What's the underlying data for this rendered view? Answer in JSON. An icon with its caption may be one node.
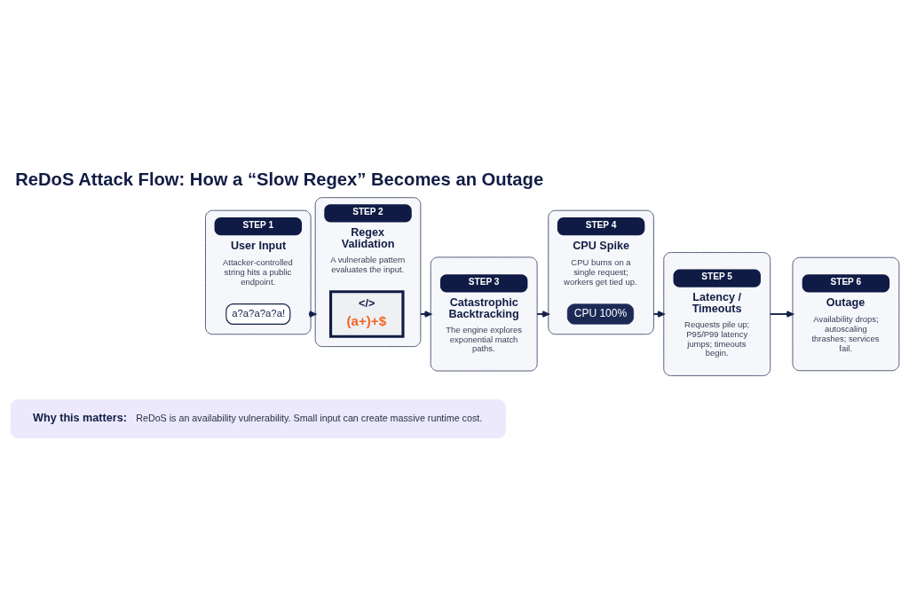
{
  "diagram": {
    "title": "ReDoS Attack Flow: How a “Slow Regex” Becomes an Outage",
    "nodes": [
      {
        "text": [
          "STEP 1",
          "User Input",
          "Attacker-controlled string hits a public endpoint."
        ]
      },
      {
        "text": [
          "a?a?a?a?a!"
        ],
        "in": 0
      },
      {
        "text": [
          "STEP 2",
          "Regex Validation",
          "A vulnerable pattern evaluates the input."
        ]
      },
      {
        "text": [
          "</>",
          "(a+)+$"
        ],
        "in": 2
      },
      {
        "text": [
          "STEP 3",
          "Catastrophic Backtracking",
          "The engine explores exponential match paths."
        ]
      },
      {
        "text": [
          "STEP 4",
          "CPU Spike",
          "CPU burns on a single request; workers get tied up."
        ]
      },
      {
        "text": [
          "CPU 100%"
        ],
        "in": 5
      },
      {
        "text": [
          "STEP 5",
          "Latency / Timeouts",
          "Requests pile up; P95/P99 latency jumps; timeouts begin."
        ]
      },
      {
        "text": [
          "STEP 6",
          "Outage",
          "Availability drops; autoscaling thrashes; services fail."
        ]
      },
      {
        "text": [
          "Why this matters:",
          "ReDoS is an availability vulnerability. Small input can create massive runtime cost."
        ]
      }
    ],
    "edges": [
      {
        "from": 0,
        "to": 2,
        "arrow": "to"
      },
      {
        "from": 2,
        "to": 4,
        "arrow": "to"
      },
      {
        "from": 4,
        "to": 5,
        "arrow": "to"
      },
      {
        "from": 5,
        "to": 7,
        "arrow": "to"
      },
      {
        "from": 7,
        "to": 8,
        "arrow": "to"
      }
    ]
  }
}
